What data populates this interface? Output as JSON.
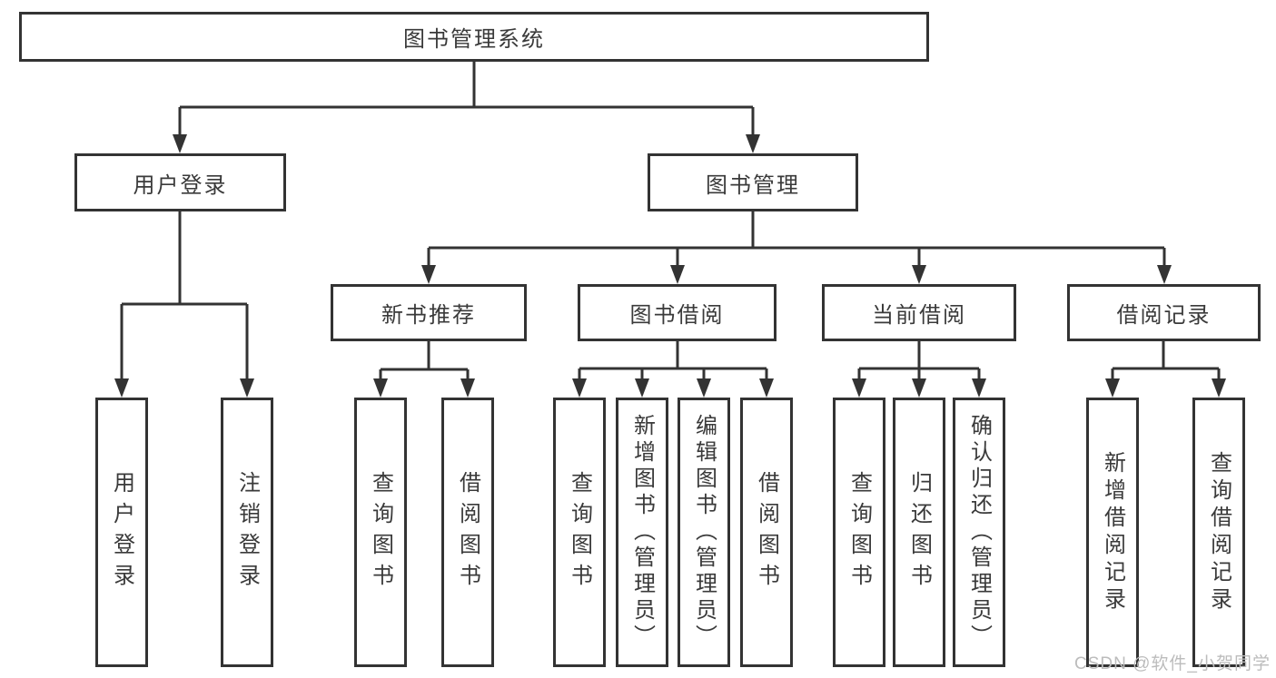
{
  "diagram": {
    "root": {
      "label": "图书管理系统"
    },
    "level2": {
      "user_login": {
        "label": "用户登录"
      },
      "book_management": {
        "label": "图书管理"
      }
    },
    "level3": {
      "new_book_recommend": {
        "label": "新书推荐"
      },
      "book_borrow": {
        "label": "图书借阅"
      },
      "current_borrow": {
        "label": "当前借阅"
      },
      "borrow_records": {
        "label": "借阅记录"
      }
    },
    "leaves": {
      "user_login": "用户登录",
      "logout": "注销登录",
      "newbooks_query": "查询图书",
      "newbooks_borrow": "借阅图书",
      "borrow_query": "查询图书",
      "borrow_add_admin": "新增图书（管理员）",
      "borrow_edit_admin": "编辑图书（管理员）",
      "borrow_borrow": "借阅图书",
      "current_query": "查询图书",
      "current_return": "归还图书",
      "current_confirm_admin": "确认归还（管理员）",
      "records_add": "新增借阅记录",
      "records_query": "查询借阅记录"
    }
  },
  "watermark": {
    "text": "CSDN @软件_小贺同学"
  },
  "colors": {
    "line": "#333333",
    "box_border": "#333333",
    "text": "#3a3a3a",
    "watermark": "#bcbcbc",
    "background": "#ffffff"
  }
}
